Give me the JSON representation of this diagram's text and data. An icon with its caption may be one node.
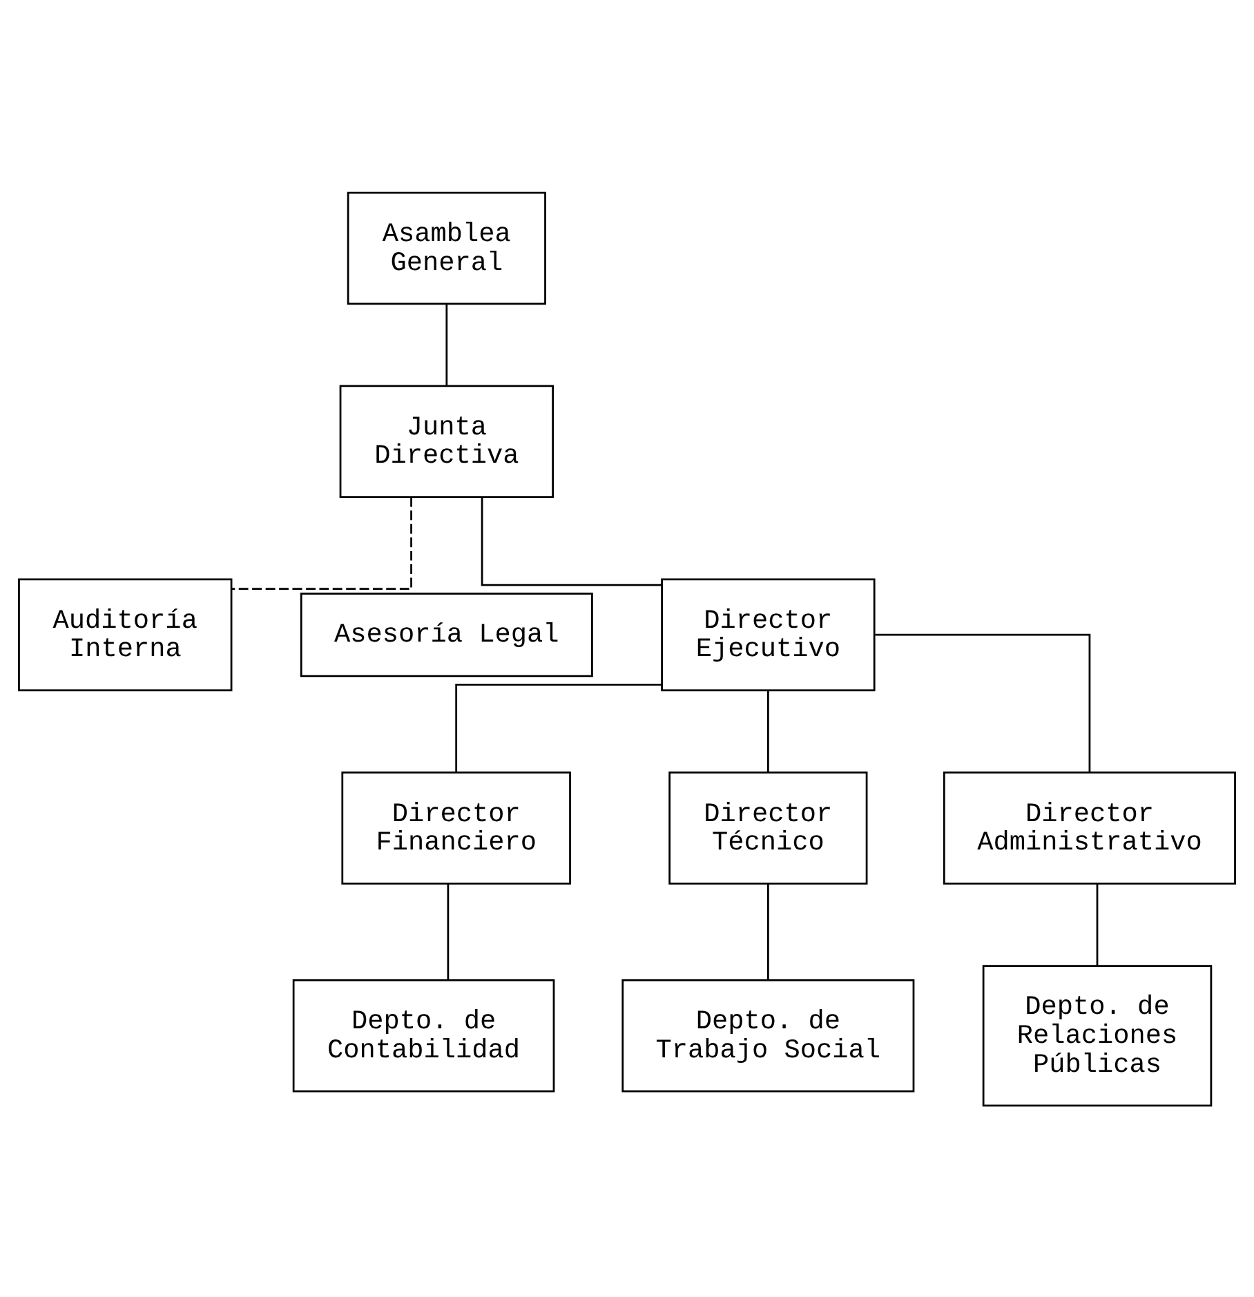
{
  "diagram": {
    "nodes": [
      {
        "text": [
          "Asamblea General"
        ]
      },
      {
        "text": [
          "Junta Directiva"
        ]
      },
      {
        "text": [
          "Auditoría Interna"
        ]
      },
      {
        "text": [
          "Asesoría Legal"
        ]
      },
      {
        "text": [
          "Director Ejecutivo"
        ]
      },
      {
        "text": [
          "Director Financiero"
        ]
      },
      {
        "text": [
          "Director Técnico"
        ]
      },
      {
        "text": [
          "Director Administrativo"
        ]
      },
      {
        "text": [
          "Depto. de Contabilidad"
        ]
      },
      {
        "text": [
          "Depto. de Trabajo Social"
        ]
      },
      {
        "text": [
          "Depto. de Relaciones Públicas"
        ]
      }
    ],
    "edges": [
      {
        "from": 0,
        "to": 1,
        "arrow": "none"
      },
      {
        "from": 1,
        "to": 4,
        "arrow": "none"
      },
      {
        "from": 1,
        "to": 2,
        "arrow": "none",
        "style": "dashed"
      },
      {
        "from": 4,
        "to": 5,
        "arrow": "none"
      },
      {
        "from": 4,
        "to": 6,
        "arrow": "none"
      },
      {
        "from": 4,
        "to": 7,
        "arrow": "none"
      },
      {
        "from": 5,
        "to": 8,
        "arrow": "none"
      },
      {
        "from": 6,
        "to": 9,
        "arrow": "none"
      },
      {
        "from": 7,
        "to": 10,
        "arrow": "none"
      }
    ]
  }
}
